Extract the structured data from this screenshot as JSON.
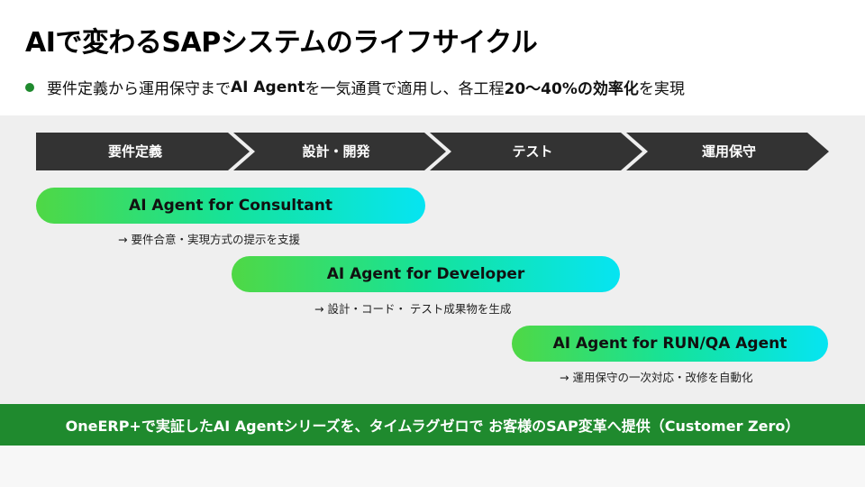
{
  "title": "AIで変わるSAPシステムのライフサイクル",
  "subtitle": {
    "part1": "要件定義から運用保守まで ",
    "bold1": "AI Agent",
    "part2": "を一気通貫で適用し、各工程",
    "bold2": "20～40%の効率化",
    "part3": "を実現"
  },
  "phases": [
    "要件定義",
    "設計・開発",
    "テスト",
    "運用保守"
  ],
  "agents": [
    {
      "name": "AI Agent for Consultant",
      "note": "→ 要件合意・実現方式の提示を支援"
    },
    {
      "name": "AI Agent for Developer",
      "note": "→ 設計・コード・ テスト成果物を生成"
    },
    {
      "name": "AI Agent for RUN/QA Agent",
      "note": "→ 運用保守の一次対応・改修を自動化"
    }
  ],
  "footer": "OneERP+で実証したAI Agentシリーズを、タイムラグゼロで お客様のSAP変革へ提供（Customer Zero）",
  "colors": {
    "phase_bar": "#333333",
    "accent_green": "#1f8a2e",
    "pill_gradient_start": "#4fd845",
    "pill_gradient_end": "#06e4f2"
  }
}
